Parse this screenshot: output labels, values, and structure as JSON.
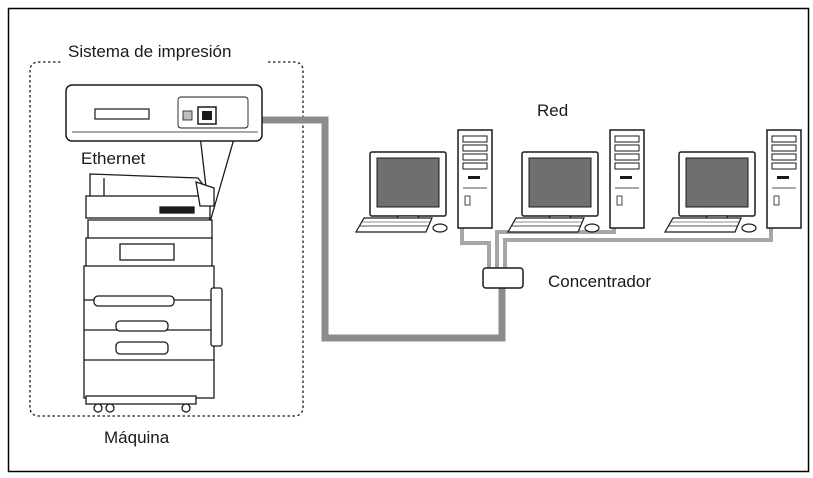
{
  "labels": {
    "system": "Sistema de impresión",
    "ethernet": "Ethernet",
    "network": "Red",
    "hub": "Concentrador",
    "machine": "Máquina"
  },
  "colors": {
    "cable": "#8c8c8c",
    "thin_cable": "#a6a6a6",
    "outline": "#1a1a1a",
    "screen": "#6f6f6f",
    "border": "#000000"
  },
  "icons": {
    "printer": "multifunction-printer-icon",
    "computer": "desktop-computer-icon",
    "hub": "network-hub-icon"
  }
}
